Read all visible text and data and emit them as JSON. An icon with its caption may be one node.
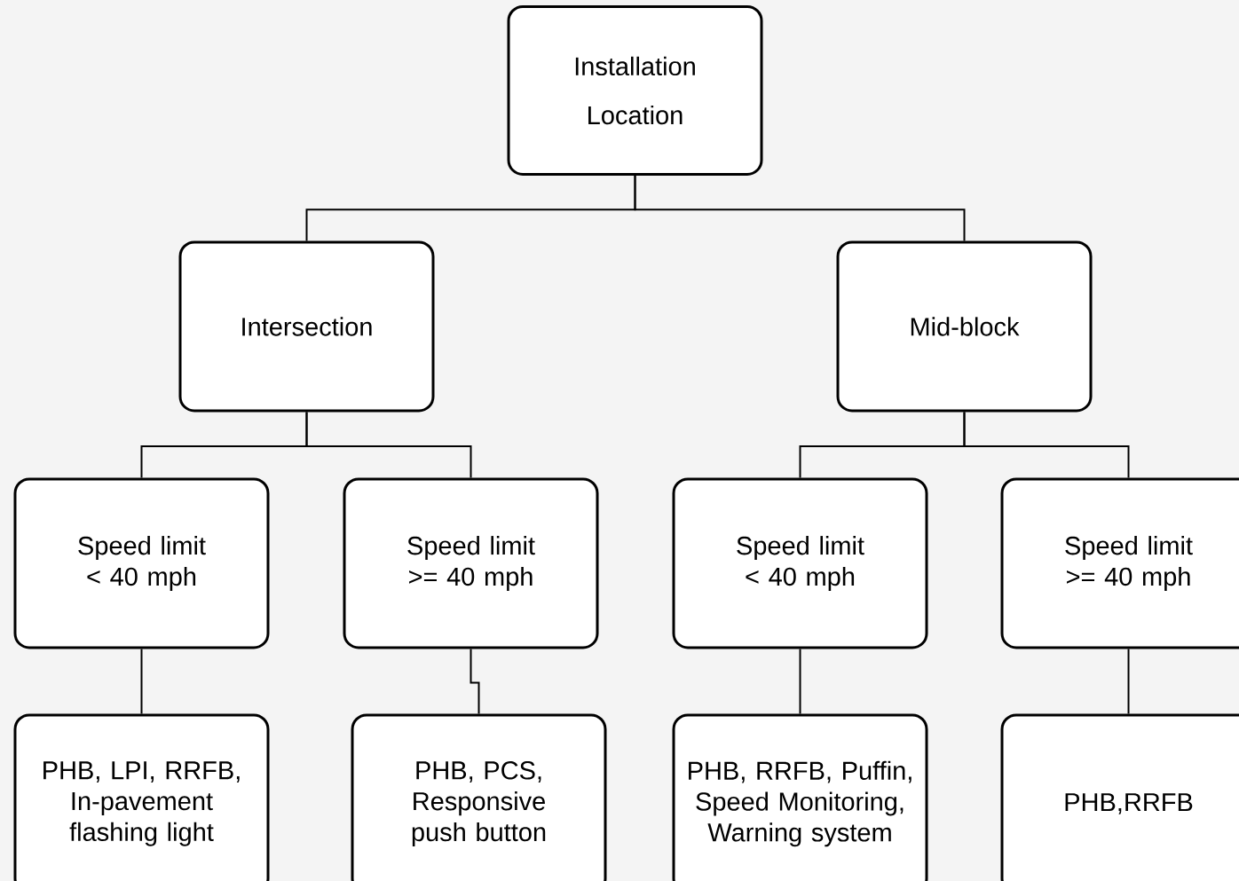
{
  "diagram": {
    "nodes": [
      {
        "text": [
          "Installation Location"
        ]
      },
      {
        "text": [
          "Intersection"
        ]
      },
      {
        "text": [
          "Mid-block"
        ]
      },
      {
        "text": [
          "Speed limit < 40 mph"
        ]
      },
      {
        "text": [
          "Speed limit >= 40 mph"
        ]
      },
      {
        "text": [
          "Speed limit < 40 mph"
        ]
      },
      {
        "text": [
          "Speed limit >= 40 mph"
        ]
      },
      {
        "text": [
          "PHB, LPI, RRFB, In-pavement flashing light"
        ]
      },
      {
        "text": [
          "PHB, PCS, Responsive push button"
        ]
      },
      {
        "text": [
          "PHB, RRFB, Puffin, Speed Monitoring, Warning system"
        ]
      },
      {
        "text": [
          "PHB,RRFB"
        ]
      }
    ],
    "edges": [
      {
        "from": 0,
        "to": 1,
        "arrow": "none"
      },
      {
        "from": 0,
        "to": 2,
        "arrow": "none"
      },
      {
        "from": 1,
        "to": 3,
        "arrow": "none"
      },
      {
        "from": 1,
        "to": 4,
        "arrow": "none"
      },
      {
        "from": 2,
        "to": 5,
        "arrow": "none"
      },
      {
        "from": 2,
        "to": 6,
        "arrow": "none"
      },
      {
        "from": 3,
        "to": 7,
        "arrow": "none"
      },
      {
        "from": 4,
        "to": 8,
        "arrow": "none"
      },
      {
        "from": 5,
        "to": 9,
        "arrow": "none"
      },
      {
        "from": 6,
        "to": 10,
        "arrow": "none"
      }
    ]
  }
}
